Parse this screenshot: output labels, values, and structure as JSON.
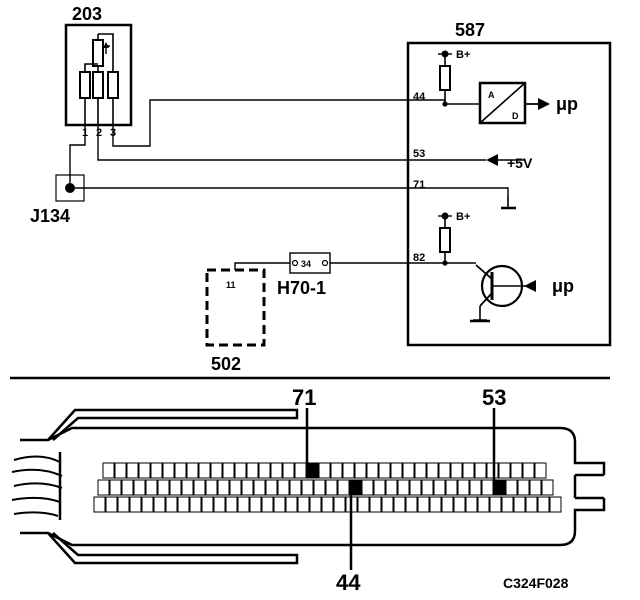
{
  "components": {
    "sensor": "203",
    "ecu": "587",
    "connector": "J134",
    "ground_module": "502",
    "harness_connector": "H70-1"
  },
  "sensor_pins": {
    "p1": "1",
    "p2": "2",
    "p3": "3"
  },
  "ecu_pins": {
    "p44": "44",
    "p53": "53",
    "p71": "71",
    "p82": "82"
  },
  "supply_labels": {
    "b_plus_top": "B+",
    "b_plus_bottom": "B+",
    "plus5v": "+5V"
  },
  "microprocessor_labels": {
    "mp_top": "μp",
    "mp_bottom": "μp"
  },
  "converter_labels": {
    "a": "A",
    "d": "D"
  },
  "connector_pins": {
    "h70_pin": "34",
    "module_pin": "11"
  },
  "callouts": {
    "c71": "71",
    "c53": "53",
    "c44": "44"
  },
  "figure_id": "C324F028"
}
